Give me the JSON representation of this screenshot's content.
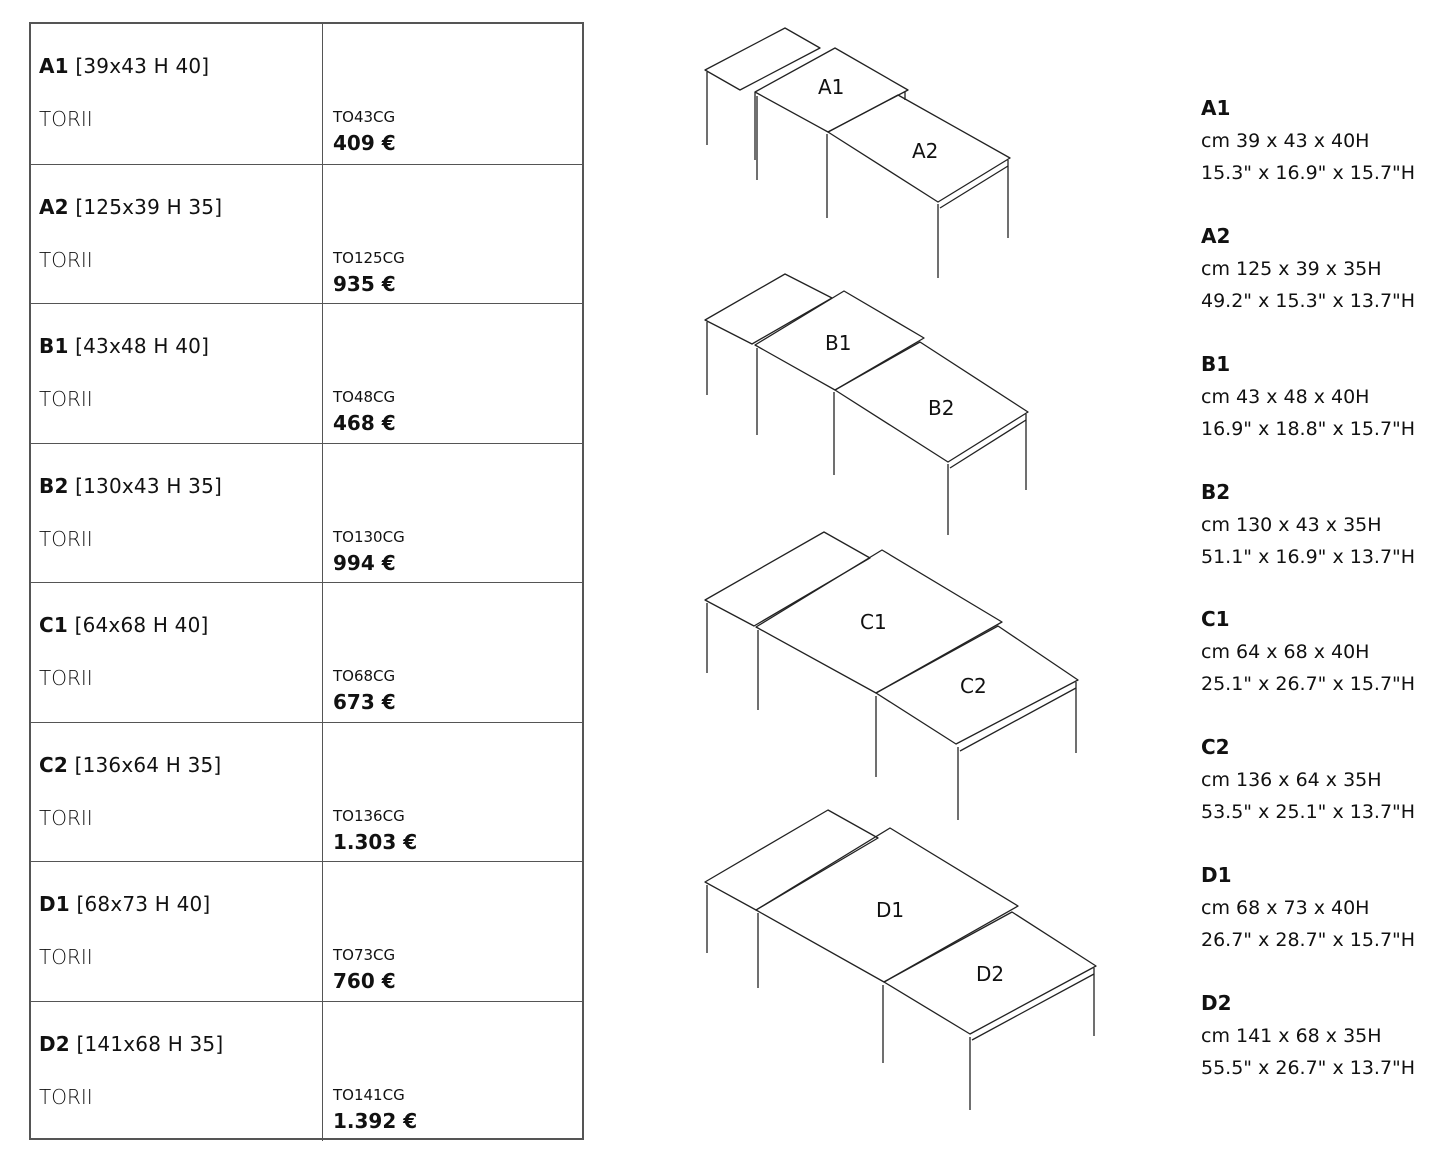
{
  "rows": [
    {
      "code": "A1",
      "size": "[39x43  H 40]",
      "family": "TORII",
      "sku": "TO43CG",
      "price": "409 €"
    },
    {
      "code": "A2",
      "size": "[125x39  H 35]",
      "family": "TORII",
      "sku": "TO125CG",
      "price": "935 €"
    },
    {
      "code": "B1",
      "size": "[43x48  H 40]",
      "family": "TORII",
      "sku": "TO48CG",
      "price": "468 €"
    },
    {
      "code": "B2",
      "size": "[130x43  H 35]",
      "family": "TORII",
      "sku": "TO130CG",
      "price": "994 €"
    },
    {
      "code": "C1",
      "size": "[64x68  H 40]",
      "family": "TORII",
      "sku": "TO68CG",
      "price": "673 €"
    },
    {
      "code": "C2",
      "size": "[136x64  H 35]",
      "family": "TORII",
      "sku": "TO136CG",
      "price": "1.303 €"
    },
    {
      "code": "D1",
      "size": "[68x73  H 40]",
      "family": "TORII",
      "sku": "TO73CG",
      "price": "760 €"
    },
    {
      "code": "D2",
      "size": "[141x68  H 35]",
      "family": "TORII",
      "sku": "TO141CG",
      "price": "1.392 €"
    }
  ],
  "drawing_labels": [
    "A1",
    "A2",
    "B1",
    "B2",
    "C1",
    "C2",
    "D1",
    "D2"
  ],
  "dimensions": [
    {
      "code": "A1",
      "cm": "cm 39 x 43 x 40H",
      "inch": "15.3\" x 16.9\" x 15.7\"H"
    },
    {
      "code": "A2",
      "cm": "cm 125 x 39 x 35H",
      "inch": "49.2\" x 15.3\" x 13.7\"H"
    },
    {
      "code": "B1",
      "cm": "cm 43 x 48 x 40H",
      "inch": "16.9\" x 18.8\" x 15.7\"H"
    },
    {
      "code": "B2",
      "cm": "cm 130 x 43 x 35H",
      "inch": "51.1\" x 16.9\" x 13.7\"H"
    },
    {
      "code": "C1",
      "cm": "cm 64 x 68 x 40H",
      "inch": " 25.1\" x 26.7\" x 15.7\"H"
    },
    {
      "code": "C2",
      "cm": "cm 136 x 64 x 35H",
      "inch": "53.5\" x 25.1\" x 13.7\"H"
    },
    {
      "code": "D1",
      "cm": "cm 68 x 73 x 40H",
      "inch": "26.7\" x 28.7\" x 15.7\"H"
    },
    {
      "code": "D2",
      "cm": "cm 141 x 68 x 35H",
      "inch": "55.5\" x 26.7\" x 13.7\"H"
    }
  ]
}
